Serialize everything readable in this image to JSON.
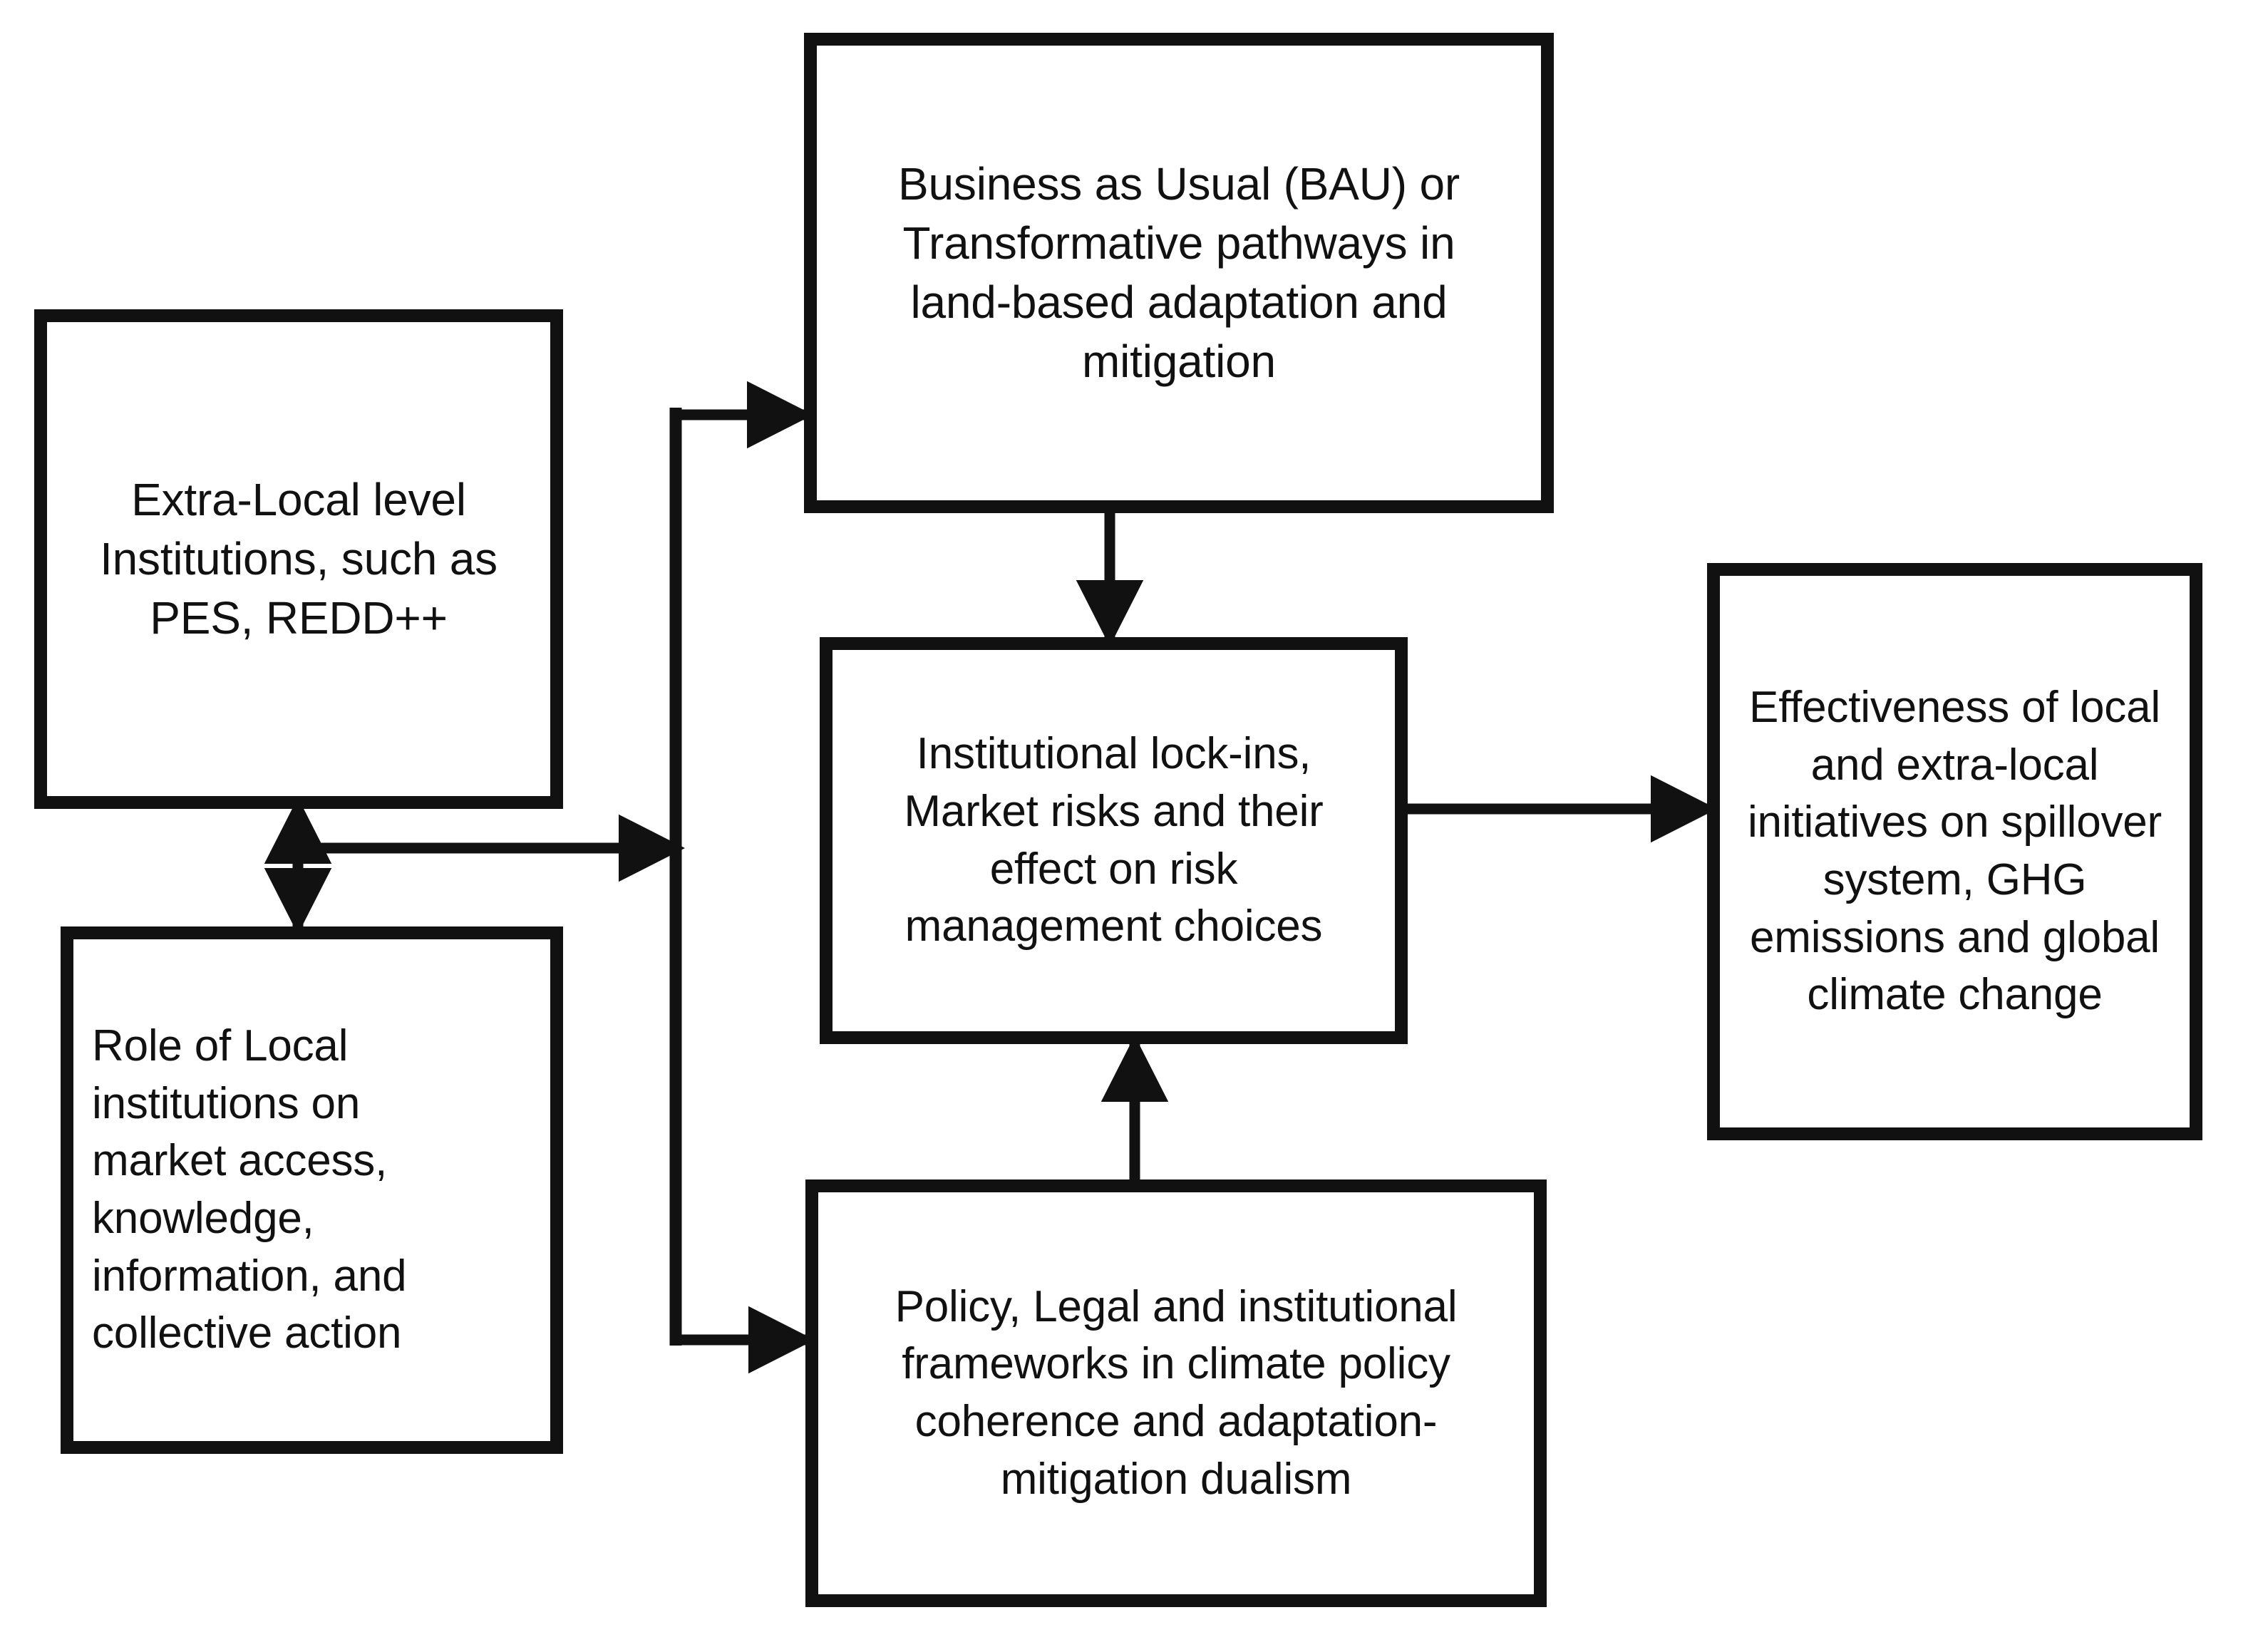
{
  "diagram": {
    "background": "#ffffff",
    "stroke_color": "#111111",
    "nodes": [
      {
        "id": "extra-local",
        "text": "Extra-Local level\nInstitutions, such as\nPES, REDD++",
        "align": "center"
      },
      {
        "id": "role-local",
        "text": "Role of Local\ninstitutions on\nmarket access,\nknowledge,\ninformation, and\ncollective action",
        "align": "left"
      },
      {
        "id": "bau",
        "text": "Business as Usual (BAU) or\nTransformative pathways in\nland-based adaptation and\nmitigation",
        "align": "center"
      },
      {
        "id": "lockins",
        "text": "Institutional lock-ins,\nMarket risks and their\neffect on risk\nmanagement choices",
        "align": "center"
      },
      {
        "id": "policy",
        "text": "Policy, Legal and institutional\nframeworks in climate policy\ncoherence and adaptation-\nmitigation dualism",
        "align": "center"
      },
      {
        "id": "effectiveness",
        "text": "Effectiveness of local\nand extra-local\ninitiatives on spillover\nsystem, GHG\nemissions and global\nclimate change",
        "align": "center"
      }
    ],
    "edges": [
      {
        "id": "extra-local-to-role-local",
        "type": "double-headed-vertical",
        "from": "extra-local",
        "to": "role-local"
      },
      {
        "id": "left-pair-to-trunk",
        "type": "arrow-right",
        "from": "left-institutions-pair",
        "to": "distribution-trunk"
      },
      {
        "id": "trunk-to-bau",
        "type": "arrow-right",
        "from": "distribution-trunk",
        "to": "bau"
      },
      {
        "id": "trunk-to-policy",
        "type": "arrow-right",
        "from": "distribution-trunk",
        "to": "policy"
      },
      {
        "id": "bau-to-lockins",
        "type": "arrow-down",
        "from": "bau",
        "to": "lockins"
      },
      {
        "id": "policy-to-lockins",
        "type": "arrow-up",
        "from": "policy",
        "to": "lockins"
      },
      {
        "id": "lockins-to-effectiveness",
        "type": "arrow-right",
        "from": "lockins",
        "to": "effectiveness"
      }
    ]
  }
}
